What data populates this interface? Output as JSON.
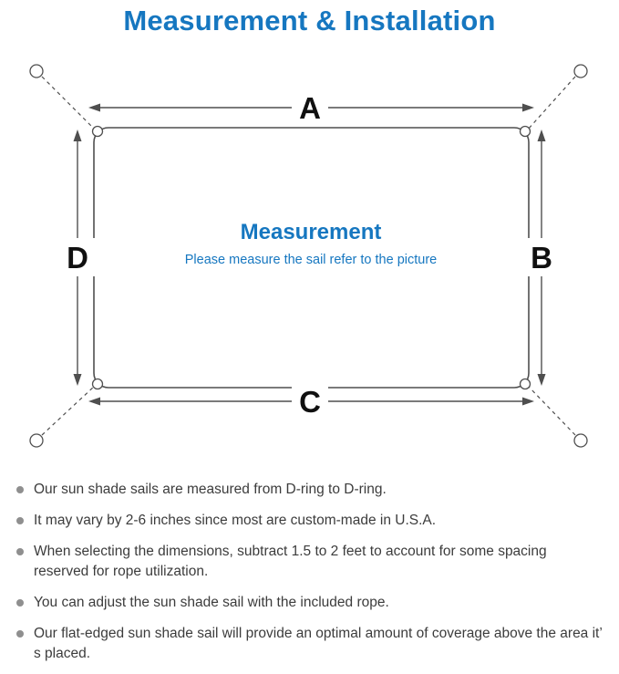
{
  "title": "Measurement & Installation",
  "diagram": {
    "label_a": "A",
    "label_b": "B",
    "label_c": "C",
    "label_d": "D",
    "center_title": "Measurement",
    "center_subtitle": "Please measure the sail refer to the picture"
  },
  "bullets": [
    "Our sun shade sails are measured from D-ring to D-ring.",
    "It may vary by 2-6 inches since most are custom-made in U.S.A.",
    "When selecting the dimensions, subtract 1.5 to 2 feet to account for some spacing reserved for rope utilization.",
    "You can adjust the sun shade sail with the included rope.",
    "Our flat-edged sun shade sail will provide an optimal amount of coverage above the area it’ s placed."
  ],
  "colors": {
    "accent": "#1677c0",
    "line": "#4f4f4f",
    "text": "#3c3c3c",
    "bullet": "#8f8f8f",
    "label": "#101010"
  }
}
